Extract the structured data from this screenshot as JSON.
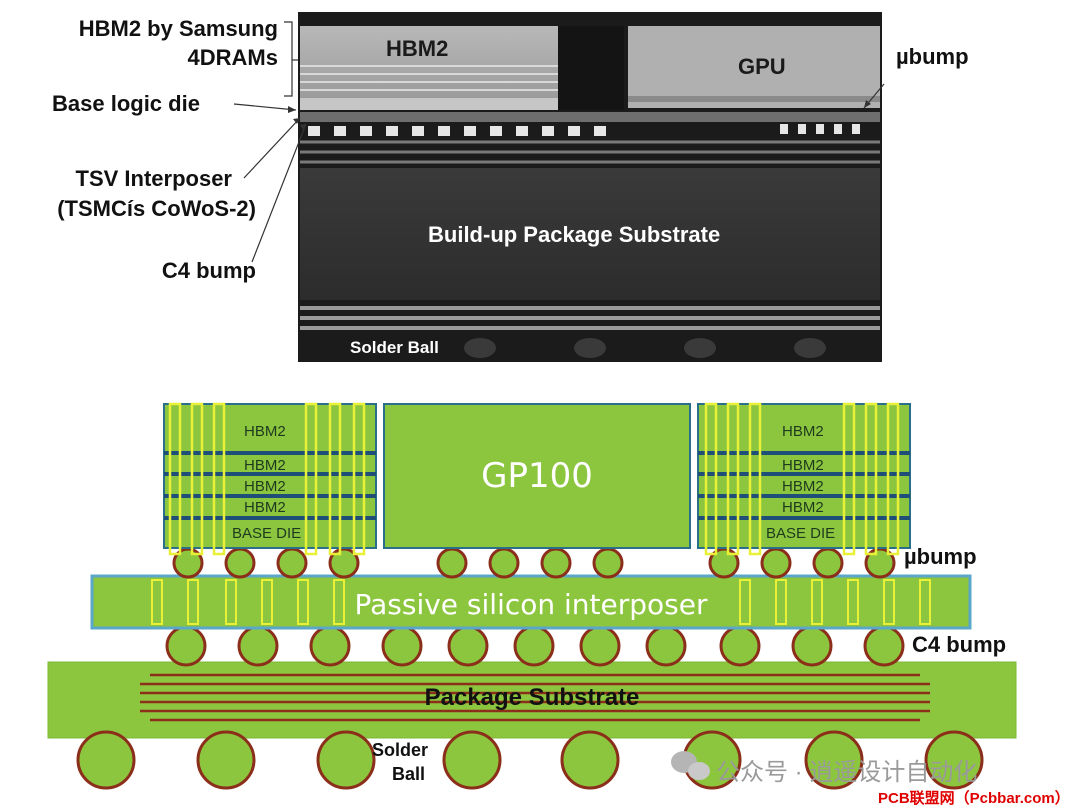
{
  "top_photo": {
    "left_labels": {
      "hbm2_by": "HBM2 by Samsung",
      "dram_count": "4DRAMs",
      "base_logic": "Base logic die",
      "tsv_line1": "TSV Interposer",
      "tsv_line2": "(TSMCís CoWoS-2)",
      "c4": "C4 bump"
    },
    "right_label": "µbump",
    "in_image": {
      "hbm2": "HBM2",
      "gpu": "GPU",
      "substrate": "Build-up Package Substrate",
      "solder": "Solder Ball"
    }
  },
  "bottom_diagram": {
    "hbm_left": [
      "HBM2",
      "HBM2",
      "HBM2",
      "HBM2",
      "BASE DIE"
    ],
    "hbm_right": [
      "HBM2",
      "HBM2",
      "HBM2",
      "HBM2",
      "BASE DIE"
    ],
    "gpu": "GP100",
    "interposer": "Passive silicon interposer",
    "substrate": "Package Substrate",
    "ubump": "µbump",
    "c4": "C4 bump",
    "solder_line1": "Solder",
    "solder_line2": "Ball"
  },
  "watermark": {
    "text": "公众号 · 逍遥设计自动化",
    "site": "PCB联盟网（Pcbbar.com）"
  },
  "colors": {
    "green": "#8cc63f",
    "dark_green": "#5a9a28",
    "navy": "#1f4e79",
    "teal": "#2a6f8a",
    "yellow": "#e8f038",
    "brown": "#8b2e1a",
    "interposer_blue": "#5aa7c9"
  }
}
